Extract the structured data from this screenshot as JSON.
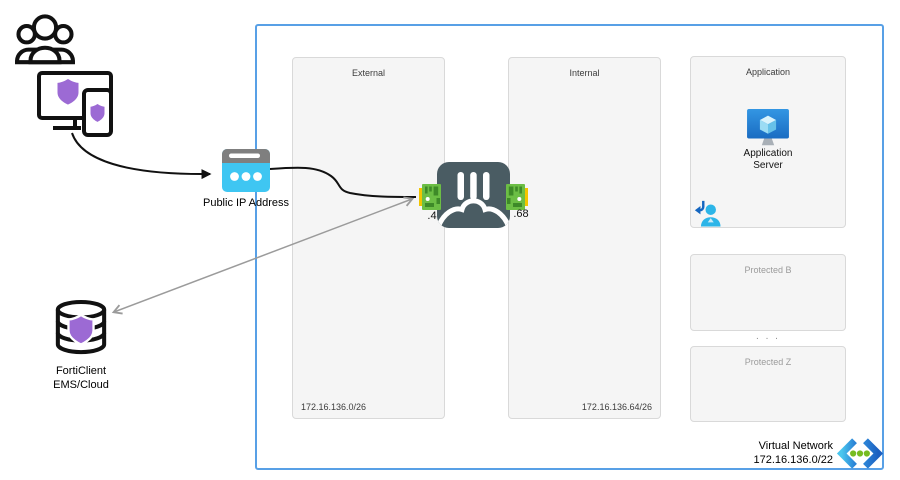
{
  "colors": {
    "vnet_border": "#58A0E6",
    "subnet_fill": "#F5F5F5",
    "subnet_border": "#D9D9D9",
    "public_ip_cyan": "#3FC6F2",
    "fortigate_dark": "#4A5C63",
    "nic_green": "#6CBE45",
    "nic_yellow": "#F2C500",
    "shield_purple": "#9C6AD4",
    "app_screen_blue": "#2E8BD8",
    "person_cyan": "#2CB5E8",
    "vnet_dot_green": "#76BC21",
    "arrow_gray": "#9B9B9B",
    "arrow_black": "#111111"
  },
  "icons": {
    "external_users": "users-group-outline",
    "protected_devices": "monitor-and-phone-with-purple-shields",
    "public_ip": "cyan-browser-with-three-dots",
    "fortigate": "dark-square-three-bars-bridge-arch",
    "nic": "green-network-interface-card-yellow-edge",
    "forticlient_ems": "database-cylinder-with-purple-shield",
    "application_server": "blue-monitor-with-cube",
    "user_access": "cyan-person-with-blue-return-arrow",
    "virtual_network": "blue-chevrons-with-green-dots"
  },
  "nodes": {
    "public_ip": {
      "label": "Public IP Address"
    },
    "forticlient_ems": {
      "line1": "FortiClient",
      "line2": "EMS/Cloud"
    },
    "fortigate": {
      "external_port_ip": ".4",
      "internal_port_ip": ".68"
    },
    "application_server": {
      "label": "Application Server"
    }
  },
  "subnets": {
    "external": {
      "label": "External",
      "cidr": "172.16.136.0/26"
    },
    "internal": {
      "label": "Internal",
      "cidr": "172.16.136.64/26"
    },
    "application": {
      "label": "Application"
    },
    "protected_b": {
      "label": "Protected B"
    },
    "protected_z": {
      "label": "Protected Z"
    },
    "more_indicator": ". . ."
  },
  "virtual_network": {
    "label": "Virtual Network",
    "cidr": "172.16.136.0/22"
  }
}
